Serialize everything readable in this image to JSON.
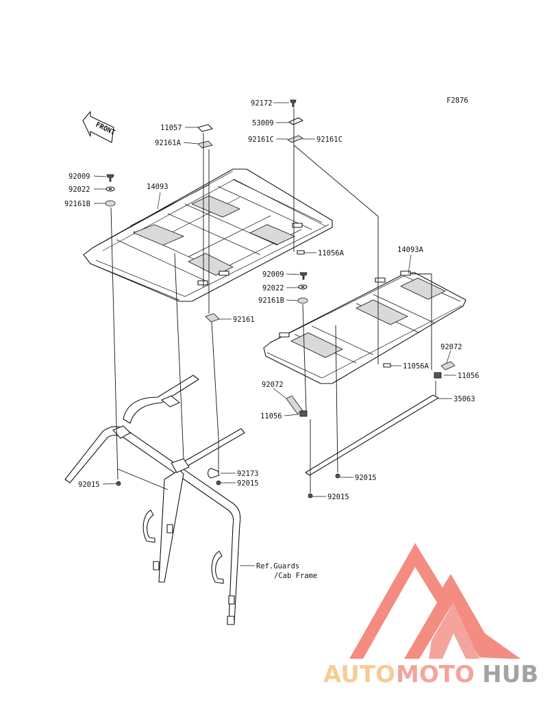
{
  "diagram": {
    "figure_id": "F2876",
    "front_label": "FRONT",
    "reference_note": [
      "Ref.Guards",
      "/Cab Frame"
    ],
    "parts": [
      {
        "id": "p1",
        "label": "92172"
      },
      {
        "id": "p2",
        "label": "53009"
      },
      {
        "id": "p3",
        "label": "92161C"
      },
      {
        "id": "p4",
        "label": "92161C"
      },
      {
        "id": "p5",
        "label": "11057"
      },
      {
        "id": "p6",
        "label": "92161A"
      },
      {
        "id": "p7",
        "label": "92009"
      },
      {
        "id": "p8",
        "label": "92022"
      },
      {
        "id": "p9",
        "label": "92161B"
      },
      {
        "id": "p10",
        "label": "14093"
      },
      {
        "id": "p11",
        "label": "11056A"
      },
      {
        "id": "p12",
        "label": "14093A"
      },
      {
        "id": "p13",
        "label": "92009"
      },
      {
        "id": "p14",
        "label": "92022"
      },
      {
        "id": "p15",
        "label": "92161B"
      },
      {
        "id": "p16",
        "label": "92161"
      },
      {
        "id": "p17",
        "label": "92072"
      },
      {
        "id": "p18",
        "label": "11056A"
      },
      {
        "id": "p19",
        "label": "11056"
      },
      {
        "id": "p20",
        "label": "92072"
      },
      {
        "id": "p21",
        "label": "11056"
      },
      {
        "id": "p22",
        "label": "35063"
      },
      {
        "id": "p23",
        "label": "92173"
      },
      {
        "id": "p24",
        "label": "92015"
      },
      {
        "id": "p25",
        "label": "92015"
      },
      {
        "id": "p26",
        "label": "92015"
      },
      {
        "id": "p27",
        "label": "92015"
      }
    ]
  },
  "watermark": {
    "brand_a": "AUTO",
    "brand_b": "MOTO",
    "brand_c": "HUB",
    "color_a": "#f4c07a",
    "color_b": "#f28b82",
    "color_c": "#8a8a8a",
    "logo_color": "#f26c5f"
  }
}
